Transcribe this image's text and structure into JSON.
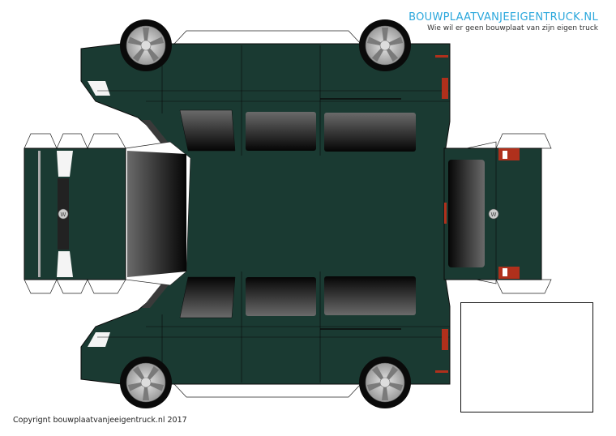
{
  "header": {
    "site_title": "BOUWPLAATVANJEEIGENTRUCK.NL",
    "tagline": "Wie wil er geen bouwplaat van zijn eigen truck"
  },
  "footer": {
    "copyright": "Copyrignt bouwplaatvanjeeigentruck.nl 2017"
  },
  "colors": {
    "body_paint": "#1a3a32",
    "accent": "#2aa7dc",
    "tail_light": "#b0301c"
  },
  "icons": [
    "vw-logo-icon",
    "wheel-icon"
  ]
}
